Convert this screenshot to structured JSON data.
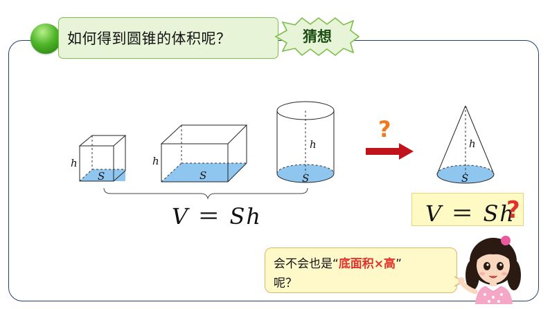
{
  "header": {
    "question": "如何得到圆锥的体积呢？",
    "tag": "猜想"
  },
  "figures": {
    "cube": {
      "h": "h",
      "s": "S"
    },
    "cuboid": {
      "h": "h",
      "s": "S"
    },
    "cylinder": {
      "h": "h",
      "s": "S"
    },
    "cone": {
      "h": "h",
      "s": "S"
    }
  },
  "formula_known": {
    "v": "V",
    "eq": "＝",
    "sh": "Sh"
  },
  "formula_guess": {
    "v": "V",
    "eq": "＝",
    "sh": "Sh",
    "q": "?"
  },
  "arrow_question": "?",
  "speech": {
    "line1_pre": "会不会也是“",
    "line1_highlight": "底面积×高",
    "line1_post": "”",
    "line2": "呢？"
  },
  "colors": {
    "base_fill": "#8ec6f0",
    "frame": "#1f3f6e",
    "arrow": "#c0141b",
    "question_orange": "#ee7a22",
    "question_red": "#e0322a",
    "highlight_red": "#e0322a"
  }
}
